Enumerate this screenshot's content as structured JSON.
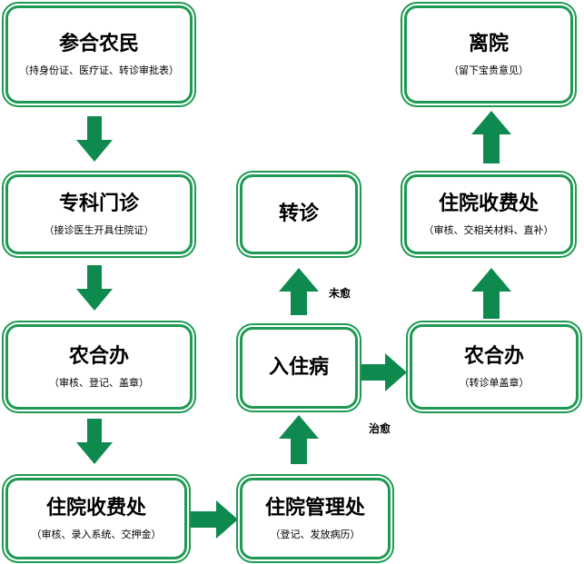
{
  "colors": {
    "arrow": "#0f8a4e",
    "border": "#1e9a52"
  },
  "nodes": {
    "n1": {
      "title": "参合农民",
      "sub": "（持身份证、医疗证、转诊审批表）"
    },
    "n2": {
      "title": "专科门诊",
      "sub": "（接诊医生开具住院证）"
    },
    "n3": {
      "title": "农合办",
      "sub": "（审核、登记、盖章）"
    },
    "n4": {
      "title": "住院收费处",
      "sub": "（审核、录入系统、交押金）"
    },
    "n5": {
      "title": "住院管理处",
      "sub": "（登记、发放病历）"
    },
    "n6": {
      "title": "入住病"
    },
    "n7": {
      "title": "转诊"
    },
    "n8": {
      "title": "农合办",
      "sub": "（转诊单盖章）"
    },
    "n9": {
      "title": "住院收费处",
      "sub": "（审核、交相关材料、直补）"
    },
    "n10": {
      "title": "离院",
      "sub": "（留下宝贵意见）"
    }
  },
  "edge_labels": {
    "not_cured": "未愈",
    "cured": "治愈"
  }
}
